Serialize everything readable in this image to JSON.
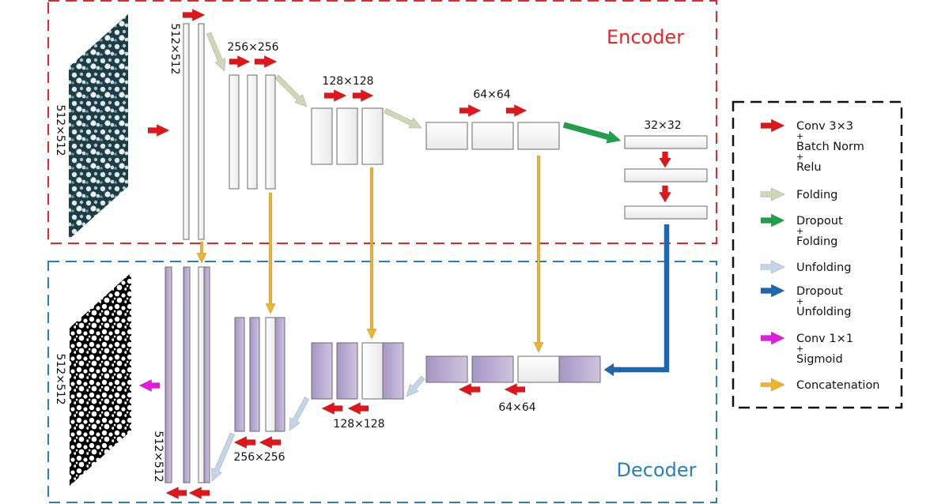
{
  "sections": {
    "encoder_title": "Encoder",
    "decoder_title": "Decoder"
  },
  "sizes": {
    "s512": "512×512",
    "s256": "256×256",
    "s128": "128×128",
    "s64": "64×64",
    "s32": "32×32"
  },
  "legend": {
    "items": [
      {
        "lines": [
          "Conv 3×3",
          "+",
          "Batch Norm",
          "+",
          "Relu"
        ],
        "color": "#e0161b"
      },
      {
        "lines": [
          "Folding"
        ],
        "color": "#cdd8b4"
      },
      {
        "lines": [
          "Dropout",
          "+",
          "Folding"
        ],
        "color": "#1fa14a"
      },
      {
        "lines": [
          "Unfolding"
        ],
        "color": "#c3d5ea"
      },
      {
        "lines": [
          "Dropout",
          "+",
          "Unfolding"
        ],
        "color": "#1d67b0"
      },
      {
        "lines": [
          "Conv 1×1",
          "+",
          "Sigmoid"
        ],
        "color": "#e31be0"
      },
      {
        "lines": [
          "Concatenation"
        ],
        "color": "#f0b42a"
      }
    ]
  },
  "colors": {
    "encoder_border": "#e5262b",
    "decoder_border": "#2a7fb8",
    "legend_border": "#111111",
    "block_gray": "#f2f2f2",
    "block_purple": "#b8a9cf",
    "conv": "#e0161b",
    "folding": "#cdd8b4",
    "dropout_folding": "#1fa14a",
    "unfolding": "#c3d5ea",
    "dropout_unfolding": "#1d67b0",
    "sigmoid": "#e31be0",
    "concat": "#f0b42a"
  },
  "icons": {
    "input_image": "satellite-image-icon",
    "output_mask": "segmentation-mask-icon"
  }
}
